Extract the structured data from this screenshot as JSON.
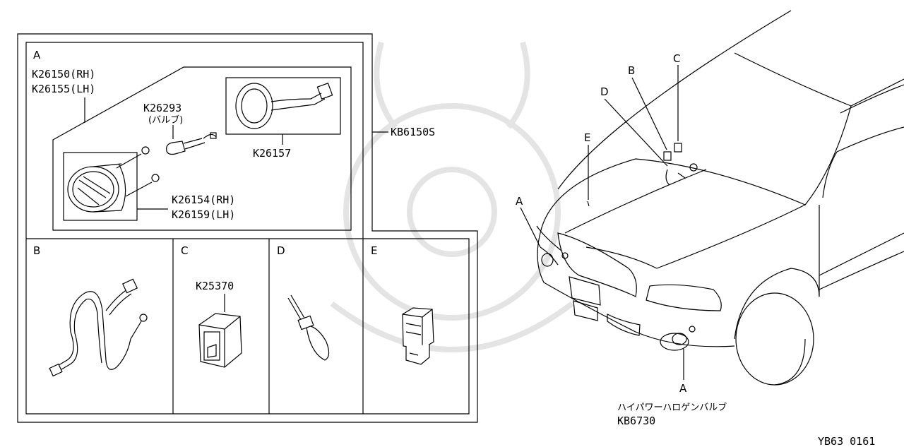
{
  "diagram": {
    "kit_part": "KB6150S",
    "section_a": {
      "letter": "A",
      "lamp_rh": "K26150(RH)",
      "lamp_lh": "K26155(LH)",
      "bulb": "K26293",
      "bulb_note": "(バルブ)",
      "socket": "K26157",
      "bracket_rh": "K26154(RH)",
      "bracket_lh": "K26159(LH)"
    },
    "section_b": {
      "letter": "B"
    },
    "section_c": {
      "letter": "C",
      "switch": "K25370"
    },
    "section_d": {
      "letter": "D"
    },
    "section_e": {
      "letter": "E"
    },
    "car_callouts": {
      "a_top": "A",
      "b": "B",
      "c": "C",
      "d": "D",
      "e": "E",
      "a_bottom": "A"
    },
    "bulb_caption": "ハイパワーハロゲンバルブ",
    "bulb_part": "KB6730",
    "figure_code": "YB63 0161"
  }
}
